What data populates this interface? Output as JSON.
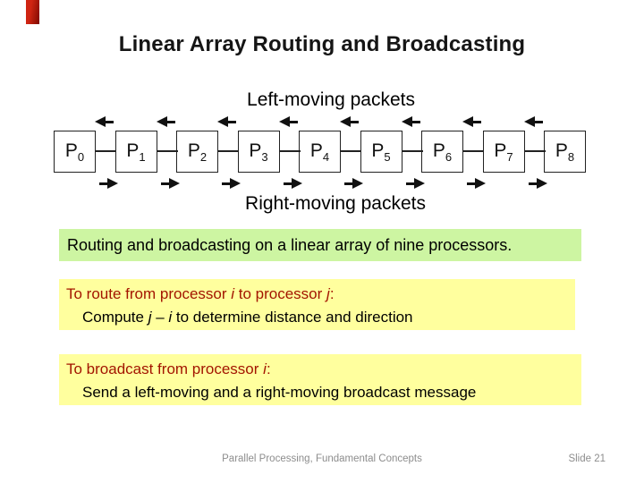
{
  "slide": {
    "title": "Linear Array Routing and Broadcasting",
    "accent_bar_color": "#a31500",
    "background_color": "#ffffff"
  },
  "diagram": {
    "top_label": "Left-moving packets",
    "bottom_label": "Right-moving packets",
    "processors": [
      {
        "base": "P",
        "sub": "0"
      },
      {
        "base": "P",
        "sub": "1"
      },
      {
        "base": "P",
        "sub": "2"
      },
      {
        "base": "P",
        "sub": "3"
      },
      {
        "base": "P",
        "sub": "4"
      },
      {
        "base": "P",
        "sub": "5"
      },
      {
        "base": "P",
        "sub": "6"
      },
      {
        "base": "P",
        "sub": "7"
      },
      {
        "base": "P",
        "sub": "8"
      }
    ]
  },
  "caption": {
    "text": "Routing and broadcasting on a linear array of nine processors.",
    "bg_color": "#cdf5a2"
  },
  "route_box": {
    "bg_color": "#ffff9e",
    "heading_color": "#a31500",
    "line1": [
      "To route from processor ",
      "i",
      " to processor ",
      "j",
      ":"
    ],
    "line2": [
      "Compute ",
      "j",
      " – ",
      "i",
      " to determine distance and direction"
    ]
  },
  "broadcast_box": {
    "bg_color": "#ffff9e",
    "heading_color": "#a31500",
    "line1": [
      "To broadcast from processor ",
      "i",
      ":"
    ],
    "line2": "Send a left-moving and a right-moving broadcast message"
  },
  "footer": {
    "left": "Parallel Processing, Fundamental Concepts",
    "right": "Slide 21"
  }
}
